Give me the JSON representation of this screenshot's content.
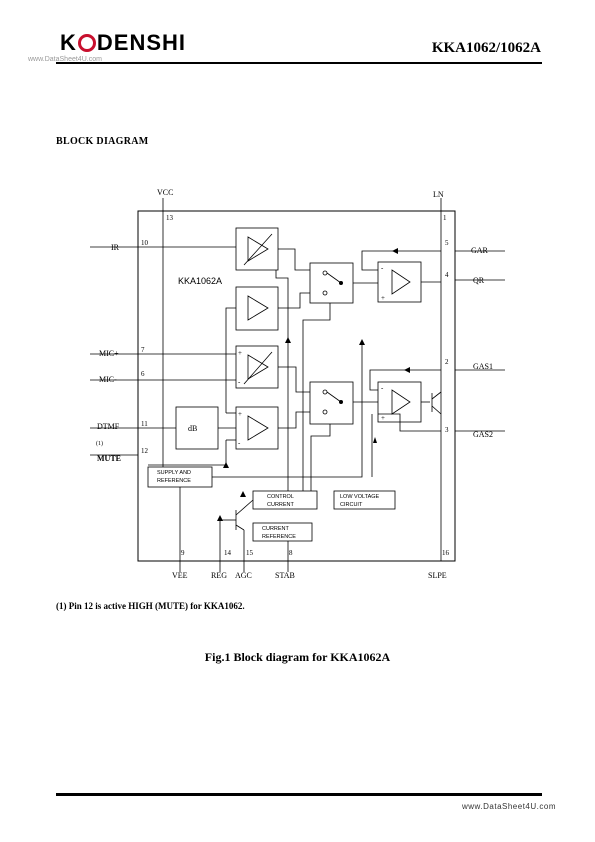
{
  "header": {
    "logo_left": "K",
    "logo_right": "DENSHI",
    "watermark": "www.DataSheet4U.com",
    "part_number": "KKA1062/1062A"
  },
  "section_title": "BLOCK  DIAGRAM",
  "diagram": {
    "chip_label": "KKA1062A",
    "pins_left": [
      {
        "name": "IR",
        "number": "10"
      },
      {
        "name": "MIC+",
        "number": "7"
      },
      {
        "name": "MIC-",
        "number": "6"
      },
      {
        "name": "DTMF",
        "number": "11"
      },
      {
        "name": "MUTE",
        "number": "12",
        "note": "(1)"
      }
    ],
    "pins_right": [
      {
        "name": "GAR",
        "number": "5"
      },
      {
        "name": "QR",
        "number": "4"
      },
      {
        "name": "GAS1",
        "number": "2"
      },
      {
        "name": "GAS2",
        "number": "3"
      }
    ],
    "pins_top": [
      {
        "name": "VCC",
        "number": "13"
      },
      {
        "name": "LN",
        "number": "1"
      }
    ],
    "pins_bottom": [
      {
        "name": "VEE",
        "number": "9"
      },
      {
        "name": "REG",
        "number": "14"
      },
      {
        "name": "AGC",
        "number": "15"
      },
      {
        "name": "STAB",
        "number": "8"
      },
      {
        "name": "SLPE",
        "number": "16"
      }
    ],
    "blocks": {
      "db": "dB",
      "supply_line1": "SUPPLY AND",
      "supply_line2": "REFERENCE",
      "control_line1": "CONTROL",
      "control_line2": "CURRENT",
      "current_line1": "CURRENT",
      "current_line2": "REFERENCE",
      "lowv_line1": "LOW VOLTAGE",
      "lowv_line2": "CIRCUIT"
    }
  },
  "footnote": "(1) Pin 12 is active HIGH (MUTE) for KKA1062.",
  "caption": "Fig.1   Block diagram for KKA1062A",
  "footer_watermark": "www.DataSheet4U.com"
}
